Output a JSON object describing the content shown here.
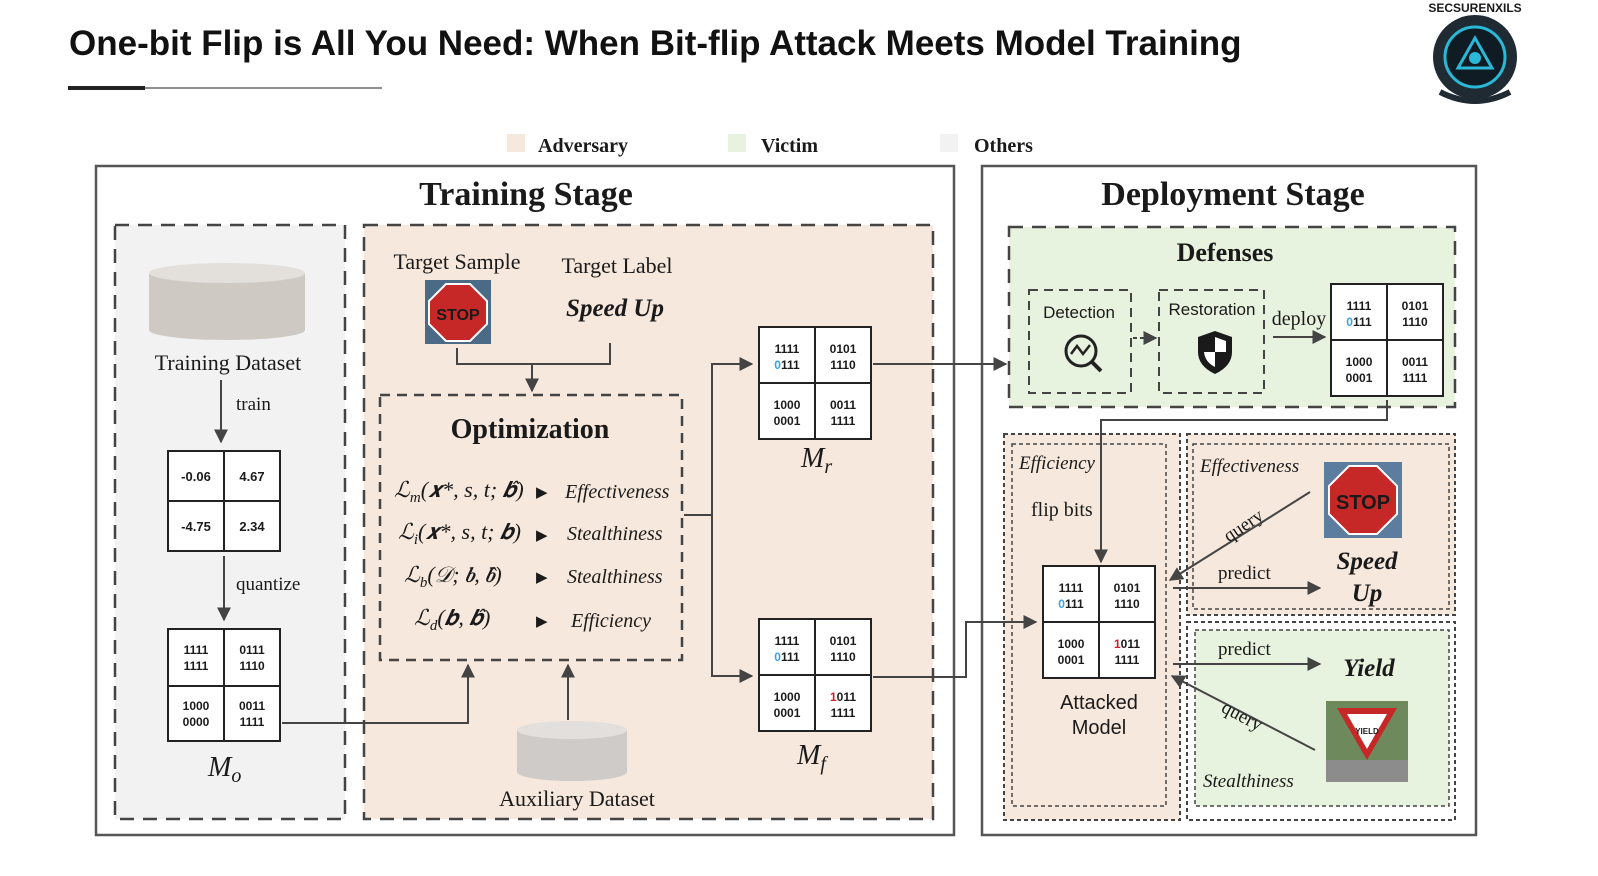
{
  "title": "One-bit Flip is All You Need: When Bit-flip Attack Meets Model Training",
  "logo": {
    "text": "SECSURENXILS",
    "icon": "hooded-face-logo-icon"
  },
  "legend": [
    {
      "label": "Adversary",
      "color": "#f6e8dc"
    },
    {
      "label": "Victim",
      "color": "#e8f3df"
    },
    {
      "label": "Others",
      "color": "#f2f2f2"
    }
  ],
  "training": {
    "title": "Training Stage",
    "dataset_label": "Training Dataset",
    "train_label": "train",
    "quantize_label": "quantize",
    "float_weights": [
      "-0.06",
      "4.67",
      "-4.75",
      "2.34"
    ],
    "mo_bits": [
      "1111",
      "1111",
      "0111",
      "1110",
      "1000",
      "0000",
      "0011",
      "1111"
    ],
    "mo_label": "M",
    "mo_sub": "o",
    "target_sample": "Target Sample",
    "stop_sign": "STOP",
    "target_label": "Target Label",
    "target_value": "Speed Up",
    "optimization_title": "Optimization",
    "losses": [
      {
        "L": "ℒ",
        "sub": "m",
        "args": "(𝒙*, s, t; 𝒃̂)",
        "goal": "Effectiveness"
      },
      {
        "L": "ℒ",
        "sub": "i",
        "args": "(𝒙*, s, t; 𝒃)",
        "goal": "Stealthiness"
      },
      {
        "L": "ℒ",
        "sub": "b",
        "args": "(𝒟; 𝒃, 𝒃̂)",
        "goal": "Stealthiness"
      },
      {
        "L": "ℒ",
        "sub": "d",
        "args": "(𝒃, 𝒃̂)",
        "goal": "Efficiency"
      }
    ],
    "aux_dataset": "Auxiliary Dataset",
    "mr_label": "M",
    "mr_sub": "r",
    "mf_label": "M",
    "mf_sub": "f"
  },
  "deployment": {
    "title": "Deployment Stage",
    "defenses_title": "Defenses",
    "detection": "Detection",
    "restoration": "Restoration",
    "deploy": "deploy",
    "efficiency": "Efficiency",
    "flip_bits": "flip bits",
    "attacked_model": "Attacked\nModel",
    "effectiveness": "Effectiveness",
    "stealthiness": "Stealthiness",
    "query": "query",
    "predict": "predict",
    "speed_up_1": "Speed",
    "speed_up_2": "Up",
    "yield": "Yield",
    "yield_sign": "YIELD"
  },
  "bit_matrices": {
    "mr": {
      "cells": [
        [
          "1111",
          "0111"
        ],
        [
          "0101",
          "1110"
        ],
        [
          "1000",
          "0001"
        ],
        [
          "0011",
          "1111"
        ]
      ],
      "blue": [
        [
          1,
          0
        ],
        [
          0,
          2
        ],
        [
          1,
          3
        ]
      ],
      "red": []
    },
    "mf": {
      "cells": [
        [
          "1111",
          "0111"
        ],
        [
          "0101",
          "1110"
        ],
        [
          "1000",
          "0001"
        ],
        [
          "1011",
          "1111"
        ]
      ],
      "blue": [
        [
          1,
          0
        ],
        [
          0,
          2
        ],
        [
          1,
          3
        ]
      ],
      "red": [
        [
          0,
          0
        ]
      ]
    },
    "def": {
      "cells": [
        [
          "1111",
          "0111"
        ],
        [
          "0101",
          "1110"
        ],
        [
          "1000",
          "0001"
        ],
        [
          "0011",
          "1111"
        ]
      ],
      "blue": [
        [
          1,
          0
        ],
        [
          0,
          2
        ],
        [
          1,
          3
        ]
      ],
      "red": []
    },
    "atk": {
      "cells": [
        [
          "1111",
          "0111"
        ],
        [
          "0101",
          "1110"
        ],
        [
          "1000",
          "0001"
        ],
        [
          "1011",
          "1111"
        ]
      ],
      "blue": [
        [
          1,
          0
        ],
        [
          0,
          2
        ],
        [
          1,
          3
        ]
      ],
      "red": [
        [
          0,
          0
        ]
      ]
    }
  },
  "colors": {
    "adversary": "#f6e8dc",
    "victim": "#e8f3df",
    "others": "#f2f2f2",
    "speed_up": "#c8404a",
    "yield": "#8fcf4a",
    "bit_blue": "#3aa3e6",
    "bit_red": "#d0202a"
  }
}
